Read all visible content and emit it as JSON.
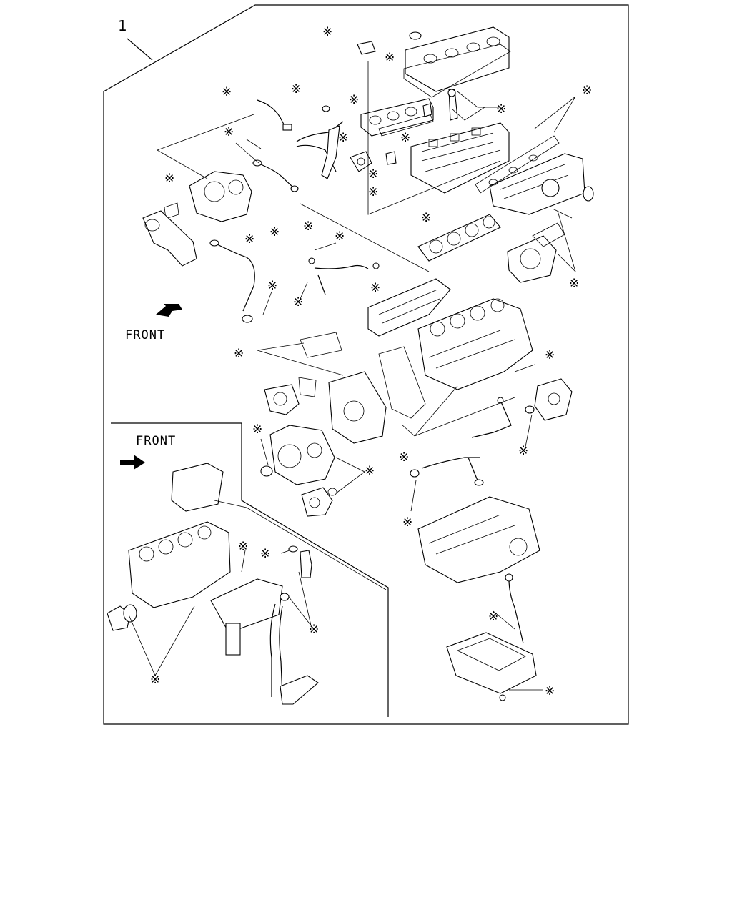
{
  "diagram": {
    "item_number": "1",
    "front_label_main": "FRONT",
    "front_label_inset": "FRONT",
    "kit_marker": "※",
    "arrow_icon_main": "arrow-down-left-icon",
    "arrow_icon_inset": "arrow-right-icon"
  }
}
